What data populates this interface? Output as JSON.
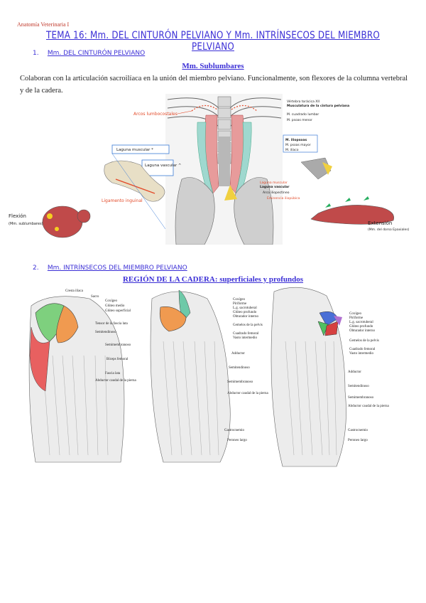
{
  "header": {
    "course": "Anatomía Veterinaria I"
  },
  "title": "TEMA 16: Mm. DEL CINTURÓN PELVIANO Y Mm. INTRÍNSECOS DEL MIEMBRO PELVIANO",
  "sections": [
    {
      "num": "1.",
      "label": "Mm. DEL CINTURÓN PELVIANO"
    },
    {
      "num": "2.",
      "label": "Mm. INTRÍNSECOS DEL MIEMBRO PELVIANO"
    }
  ],
  "sublumbares": {
    "heading": "Mm. Sublumbares",
    "text": "Colaboran con la articulación sacroilíaca en la unión del miembro pelviano. Funcionalmente, son flexores de la columna vertebral y de la cadera."
  },
  "figure1": {
    "arcos": "Arcos lumbocostales",
    "laguna_muscular": "Laguna muscular *",
    "laguna_vascular": "Laguna vascular ^",
    "ligamento": "Ligamento inguinal",
    "flexion": "Flexión",
    "flexion_sub": "(Mm. sublumbares)",
    "extension": "Extensión",
    "extension_sub": "(Mm. del dorso Epaxiales)",
    "right_labels": [
      "Vértebra torácica XII",
      "Musculatura de la cintura pelviana",
      "M. cuadrado lumbar",
      "M. psoas menor"
    ],
    "iliopsoas": [
      "M. iliopsoas",
      "M. psoas mayor",
      "M. ilíaco"
    ],
    "bottom_labels": [
      "Laguna muscular",
      "Laguna vascular",
      "Arco iliopectíneo",
      "Eminencia iliopúbica"
    ]
  },
  "cadera": {
    "heading_bold": "REGIÓN DE LA CADERA:",
    "heading_rest": " superficiales y profundos"
  },
  "figure2": {
    "top_labels": [
      "Cresta ilíaca",
      "Sacro"
    ],
    "left_labels": [
      "Coxígeo",
      "Glúteo medio",
      "Glúteo superficial",
      "Tensor de la fascia lata",
      "Semitendinoso",
      "Semimembranoso",
      "Bíceps femoral",
      "Fascia lata",
      "Abductor caudal de la pierna"
    ],
    "mid_labels": [
      "Coxígeo",
      "Piriforme",
      "L.g. sacrotuberal",
      "Glúteo profundo",
      "Obturador interno",
      "Gemelos de la pelvis",
      "Cuadrado femoral",
      "Vasto intermedio",
      "Adductor",
      "Semitendinoso",
      "Semimembranoso",
      "Abductor caudal de la pierna",
      "Gastrocnemio",
      "Peroneo largo"
    ],
    "right_labels": [
      "Coxígeo",
      "Piriforme",
      "L.g. sacrotuberal",
      "Glúteo profundo",
      "Obturador interno",
      "Gemelos de la pelvis",
      "Cuadrado femoral",
      "Vasto intermedio",
      "Adductor",
      "Semitendinoso",
      "Semimembranoso",
      "Abductor caudal de la pierna",
      "Gastrocnemio",
      "Peroneo largo"
    ]
  }
}
